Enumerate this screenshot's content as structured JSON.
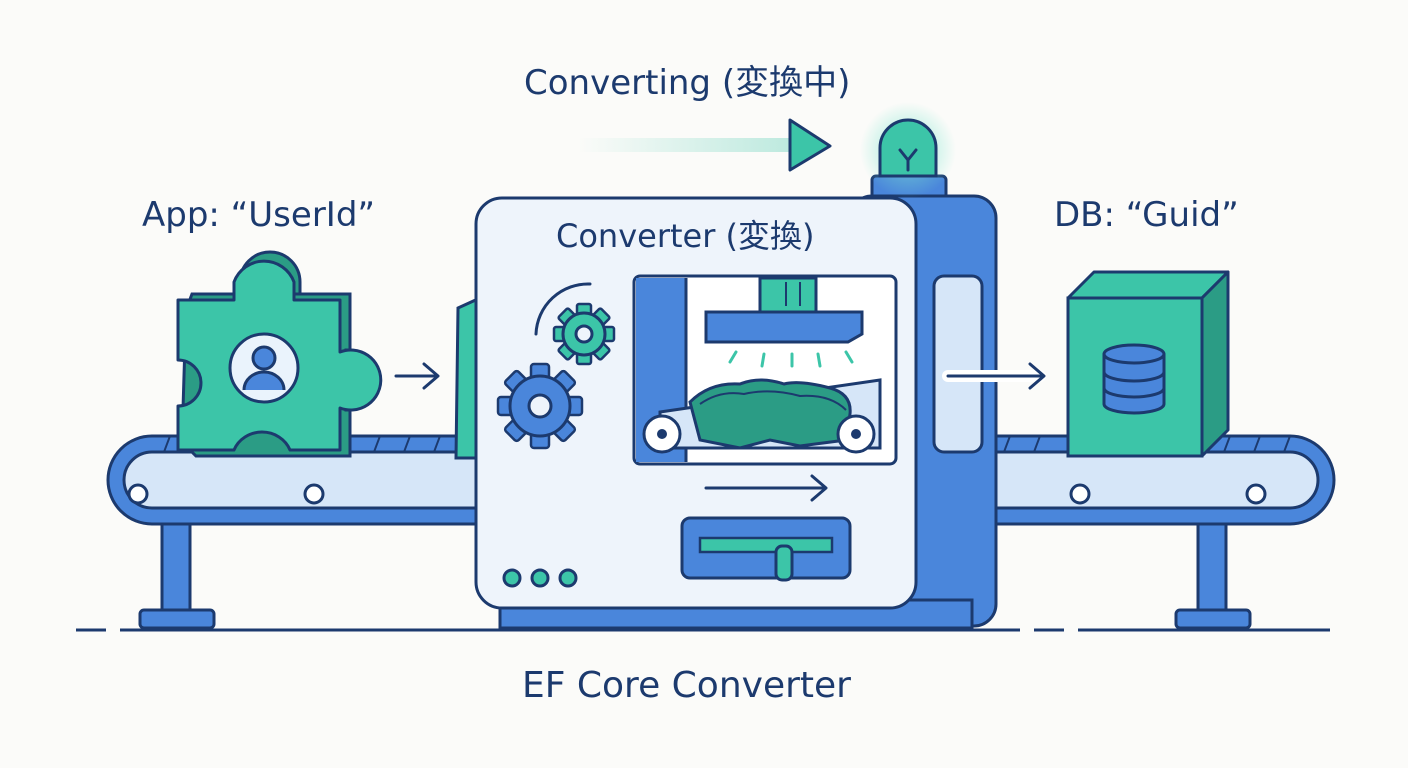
{
  "labels": {
    "top": "Converting (変換中)",
    "app": "App: “UserId”",
    "db": "DB: “Guid”",
    "converter": "Converter (変換)",
    "bottom": "EF Core Converter"
  },
  "icons": {
    "source": "puzzle-piece-with-user-icon",
    "target": "database-cube-icon",
    "gears": "gear-icon",
    "lamp": "signal-lamp-icon"
  },
  "colors": {
    "outline": "#1c3a6e",
    "blue": "#4a86db",
    "light_blue": "#d6e6f8",
    "panel": "#eef4fb",
    "teal": "#3cc5a8",
    "background": "#fbfbf9"
  }
}
